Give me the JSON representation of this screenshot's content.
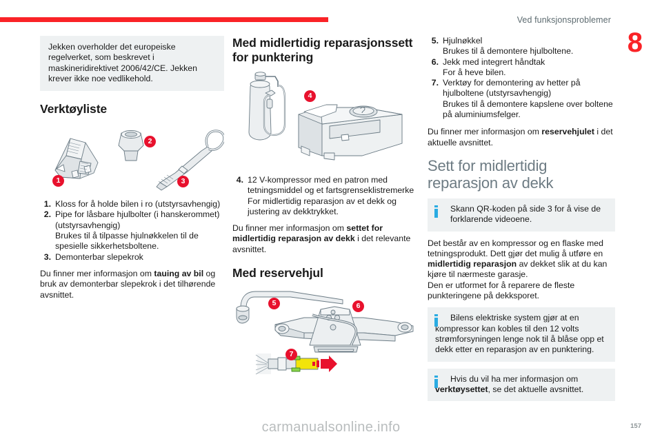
{
  "header": {
    "title": "Ved funksjonsproblemer",
    "chapter_number": "8",
    "rule_color": "#fa2327"
  },
  "colors": {
    "accent_red": "#fa2327",
    "badge_red": "#e8112d",
    "info_blue": "#2aabe2",
    "note_bg": "#eef1f2",
    "heading_gray": "#6d7b83"
  },
  "column_left": {
    "note_jack": "Jekken overholder det europeiske regelverket, som beskrevet i maskineridirektivet 2006/42/CE. Jekken krever ikke noe vedlikehold.",
    "heading_toolkit": "Verktøyliste",
    "illustration_badges": [
      "1",
      "2",
      "3"
    ],
    "tool_items": [
      {
        "num": "1.",
        "title": "Kloss for å holde bilen i ro (utstyrsavhengig)",
        "desc": ""
      },
      {
        "num": "2.",
        "title": "Pipe for låsbare hjulbolter (i hanskerommet) (utstyrsavhengig)",
        "desc": "Brukes til å tilpasse hjulnøkkelen til de spesielle sikkerhetsboltene."
      },
      {
        "num": "3.",
        "title": "Demonterbar slepekrok",
        "desc": ""
      }
    ],
    "closing_1": "Du finner mer informasjon om ",
    "closing_bold": "tauing av bil",
    "closing_2": " og bruk av demonterbar slepekrok i det tilhørende avsnittet."
  },
  "column_middle": {
    "heading_repair_kit": "Med midlertidig reparasjonssett for punktering",
    "illustration_badge": "4",
    "item_4": {
      "num": "4.",
      "title": "12 V-kompressor med en patron med tetningsmiddel og et fartsgrenseklistremerke",
      "desc": "For midlertidig reparasjon av et dekk og justering av dekktrykket."
    },
    "closing_1": "Du finner mer informasjon om ",
    "closing_bold": "settet for midlertidig reparasjon av dekk",
    "closing_2": " i det relevante avsnittet.",
    "heading_spare_wheel": "Med reservehjul",
    "spare_badges": [
      "5",
      "6",
      "7"
    ]
  },
  "column_right": {
    "tool_items": [
      {
        "num": "5.",
        "title": "Hjulnøkkel",
        "desc": "Brukes til å demontere hjulboltene."
      },
      {
        "num": "6.",
        "title": "Jekk med integrert håndtak",
        "desc": "For å heve bilen."
      },
      {
        "num": "7.",
        "title": "Verktøy for demontering av hetter på hjulboltene (utstyrsavhengig)",
        "desc": "Brukes til å demontere kapslene over boltene på aluminiumsfelger."
      }
    ],
    "closing_1": "Du finner mer informasjon om ",
    "closing_bold": "reservehjulet",
    "closing_2": " i det aktuelle avsnittet.",
    "heading_repair_set": "Sett for midlertidig reparasjon av dekk",
    "note_qr": "Skann QR-koden på side 3 for å vise de forklarende videoene.",
    "body_1": "Det består av en kompressor og en flaske med tetningsprodukt. Dett gjør det mulig å utføre en ",
    "body_bold": "midlertidig reparasjon",
    "body_2": " av dekket slik at du kan kjøre til nærmeste garasje.",
    "body_3": "Den er utformet for å reparere de fleste punkteringene på dekksporet.",
    "note_electric": "Bilens elektriske system gjør at en kompressor kan kobles til den 12 volts strømforsyningen lenge nok til å blåse opp et dekk etter en reparasjon av en punktering.",
    "note_toolkit_1": "Hvis du vil ha mer informasjon om ",
    "note_toolkit_bold": "verktøysettet",
    "note_toolkit_2": ", se det aktuelle avsnittet."
  },
  "footer": {
    "watermark": "carmanualsonline.info",
    "page_number": "157"
  }
}
